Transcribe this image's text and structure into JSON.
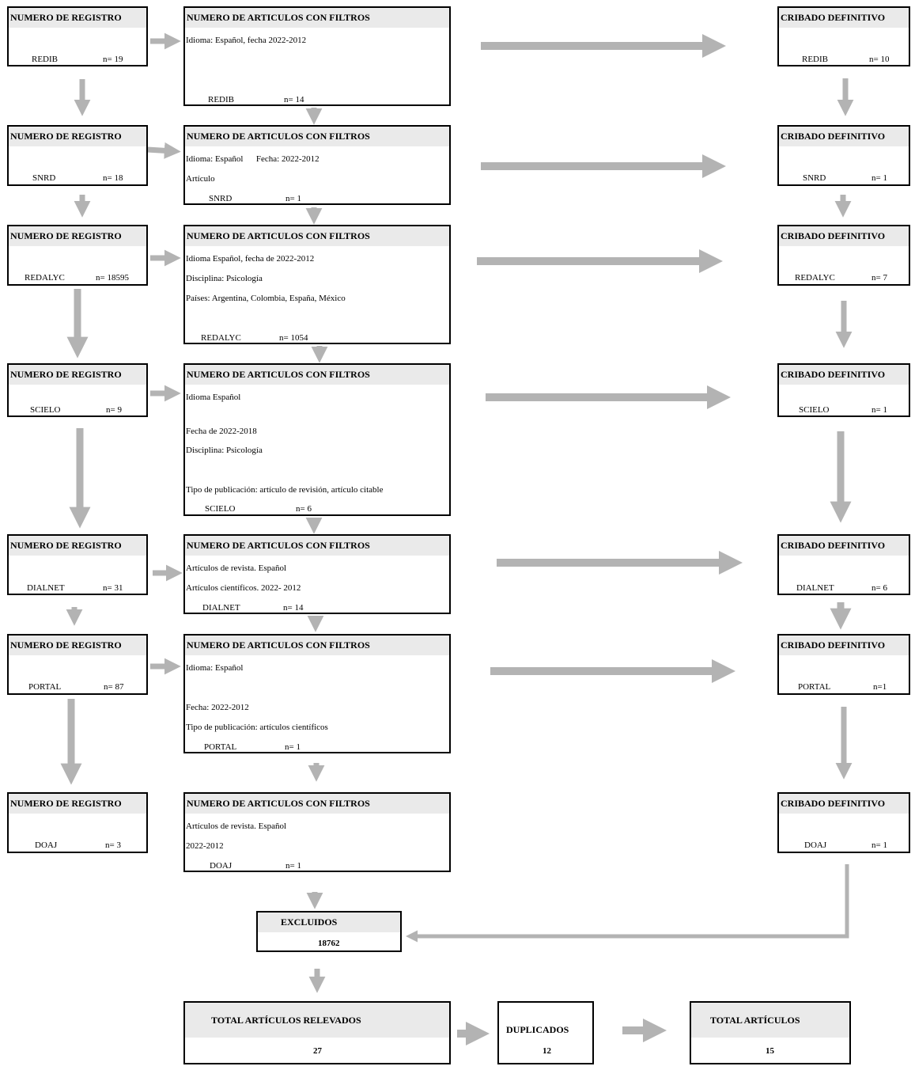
{
  "col_headers": {
    "registro": "NUMERO DE REGISTRO",
    "filtros": "NUMERO DE ARTICULOS CON FILTROS",
    "cribado": "CRIBADO DEFINITIVO"
  },
  "rows": [
    {
      "source": "REDIB",
      "registro_n": "n= 19",
      "filtros": [
        "Idioma: Español, fecha 2022-2012"
      ],
      "filtros_n": "n= 14",
      "cribado_n": "n= 10"
    },
    {
      "source": "SNRD",
      "registro_n": "n= 18",
      "filtros": [
        "Idioma: Español      Fecha: 2022-2012",
        "Artículo"
      ],
      "filtros_n": "n= 1",
      "cribado_n": "n= 1"
    },
    {
      "source": "REDALYC",
      "registro_n": "n= 18595",
      "filtros": [
        "Idioma Español, fecha de 2022-2012",
        "Disciplina: Psicología",
        "Países: Argentina, Colombia, España, México"
      ],
      "filtros_n": "n= 1054",
      "cribado_n": "n= 7"
    },
    {
      "source": "SCIELO",
      "registro_n": "n= 9",
      "filtros": [
        "Idioma Español",
        "Fecha de 2022-2018",
        "Disciplina: Psicología",
        "Tipo de publicación: artículo de revisión, artículo citable"
      ],
      "filtros_n": "n= 6",
      "cribado_n": "n= 1"
    },
    {
      "source": "DIALNET",
      "registro_n": "n=  31",
      "filtros": [
        "Artículos de revista. Español",
        "Artículos científicos. 2022- 2012"
      ],
      "filtros_n": "n= 14",
      "cribado_n": "n= 6"
    },
    {
      "source": "PORTAL",
      "registro_n": "n= 87",
      "filtros": [
        "Idioma: Español",
        "Fecha: 2022-2012",
        "Tipo de publicación: artículos científicos"
      ],
      "filtros_n": "n=  1",
      "cribado_n": "n=1"
    },
    {
      "source": "DOAJ",
      "registro_n": "n=  3",
      "filtros": [
        "Artículos de revista. Español",
        "2022-2012"
      ],
      "filtros_n": "n= 1",
      "cribado_n": "n= 1"
    }
  ],
  "excluidos": {
    "label": "EXCLUIDOS",
    "value": "18762"
  },
  "total_relevados": {
    "label": "TOTAL ARTÍCULOS RELEVADOS",
    "value": "27"
  },
  "duplicados": {
    "label": "DUPLICADOS",
    "value": "12"
  },
  "total": {
    "label": "TOTAL ARTÍCULOS",
    "value": "15"
  },
  "colors": {
    "arrow": "#b3b3b3",
    "header_fill": "#eaeaea",
    "border": "#000000"
  }
}
